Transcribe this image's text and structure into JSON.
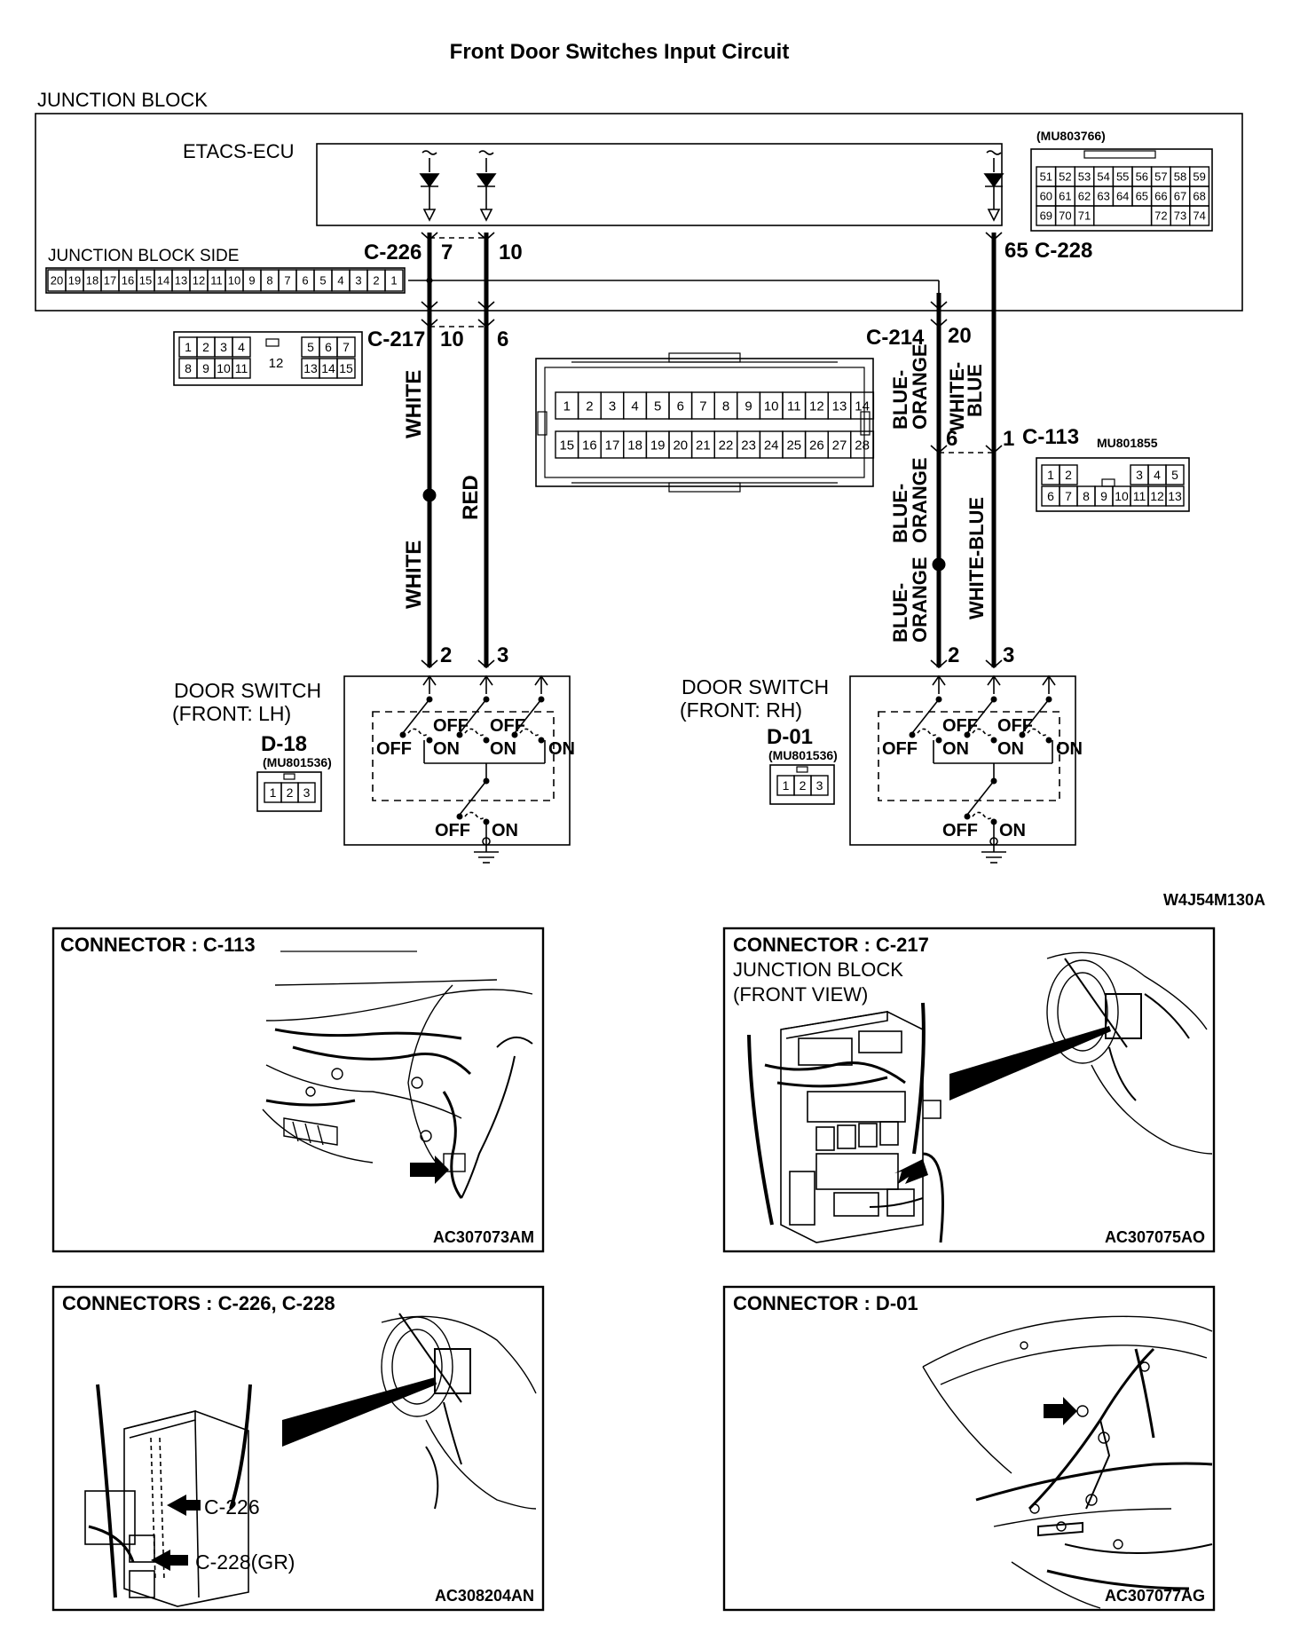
{
  "title": "Front Door Switches Input Circuit",
  "ref_code": "W4J54M130A",
  "junction_block": {
    "label": "JUNCTION BLOCK",
    "ecu_label": "ETACS-ECU",
    "side_label": "JUNCTION BLOCK SIDE",
    "side_pins": [
      "20",
      "19",
      "18",
      "17",
      "16",
      "15",
      "14",
      "13",
      "12",
      "11",
      "10",
      "9",
      "8",
      "7",
      "6",
      "5",
      "4",
      "3",
      "2",
      "1"
    ],
    "ecu_part": "(MU803766)",
    "ecu_pins_row1": [
      "51",
      "52",
      "53",
      "54",
      "55",
      "56",
      "57",
      "58",
      "59"
    ],
    "ecu_pins_row2": [
      "60",
      "61",
      "62",
      "63",
      "64",
      "65",
      "66",
      "67",
      "68"
    ],
    "ecu_pins_row3": [
      "69",
      "70",
      "71",
      "",
      "",
      "",
      "72",
      "73",
      "74"
    ]
  },
  "connectors": {
    "c226": "C-226",
    "c226_pin_a": "7",
    "c226_pin_b": "10",
    "c228": "C-228",
    "c228_pin": "65",
    "c217": "C-217",
    "c217_pin_a": "10",
    "c217_pin_b": "6",
    "c217_pins_row1": [
      "1",
      "2",
      "3",
      "4",
      "5",
      "6",
      "7"
    ],
    "c217_pins_row2": [
      "8",
      "9",
      "10",
      "11",
      "13",
      "14",
      "15"
    ],
    "c217_center": "12",
    "c214": "C-214",
    "c214_pin": "20",
    "c214_pins_row1": [
      "1",
      "2",
      "3",
      "4",
      "5",
      "6",
      "7",
      "8",
      "9",
      "10",
      "11",
      "12",
      "13",
      "14"
    ],
    "c214_pins_row2": [
      "15",
      "16",
      "17",
      "18",
      "19",
      "20",
      "21",
      "22",
      "23",
      "24",
      "25",
      "26",
      "27",
      "28"
    ],
    "c113": "C-113",
    "c113_part": "MU801855",
    "c113_pin_a": "6",
    "c113_pin_b": "1",
    "c113_pins_row1": [
      "1",
      "2",
      "",
      "",
      "3",
      "4",
      "5"
    ],
    "c113_pins_row2": [
      "6",
      "7",
      "8",
      "9",
      "10",
      "11",
      "12",
      "13"
    ]
  },
  "wires": {
    "white": "WHITE",
    "red": "RED",
    "blue_orange_1": "BLUE-",
    "blue_orange_2": "ORANGE",
    "white_blue_1": "WHITE-",
    "white_blue_2": "BLUE",
    "white_blue": "WHITE-BLUE"
  },
  "door_lh": {
    "label1": "DOOR SWITCH",
    "label2": "(FRONT: LH)",
    "connector": "D-18",
    "part": "(MU801536)",
    "pins": [
      "1",
      "2",
      "3"
    ],
    "pin_a": "2",
    "pin_b": "3"
  },
  "door_rh": {
    "label1": "DOOR SWITCH",
    "label2": "(FRONT: RH)",
    "connector": "D-01",
    "part": "(MU801536)",
    "pins": [
      "1",
      "2",
      "3"
    ],
    "pin_a": "2",
    "pin_b": "3"
  },
  "switch": {
    "off": "OFF",
    "on": "ON"
  },
  "panels": [
    {
      "title": "CONNECTOR : C-113",
      "code": "AC307073AM"
    },
    {
      "title": "CONNECTOR : C-217",
      "sub1": "JUNCTION BLOCK",
      "sub2": "(FRONT VIEW)",
      "code": "AC307075AO"
    },
    {
      "title": "CONNECTORS : C-226, C-228",
      "callout1": "C-226",
      "callout2": "C-228(GR)",
      "code": "AC308204AN"
    },
    {
      "title": "CONNECTOR : D-01",
      "code": "AC307077AG"
    }
  ]
}
